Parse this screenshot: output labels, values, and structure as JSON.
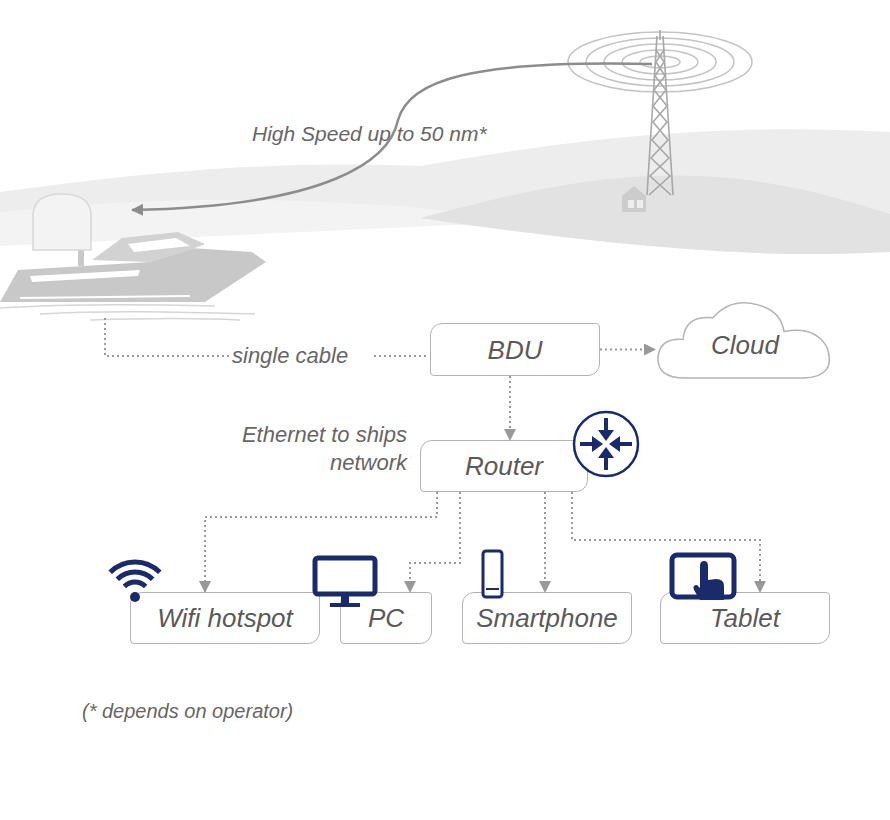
{
  "diagram": {
    "nodes": [
      {
        "text": [
          "BDU"
        ]
      },
      {
        "text": [
          "Cloud"
        ]
      },
      {
        "text": [
          "Router"
        ]
      },
      {
        "text": [
          "Wifi hotspot"
        ]
      },
      {
        "text": [
          "PC"
        ]
      },
      {
        "text": [
          "Smartphone"
        ]
      },
      {
        "text": [
          "Tablet"
        ]
      }
    ],
    "edges": [
      {
        "from": 0,
        "to": 1,
        "arrow": "to"
      },
      {
        "from": 0,
        "to": 2,
        "arrow": "to"
      },
      {
        "from": 2,
        "to": 3,
        "arrow": "to"
      },
      {
        "from": 2,
        "to": 4,
        "arrow": "to"
      },
      {
        "from": 2,
        "to": 5,
        "arrow": "to"
      },
      {
        "from": 2,
        "to": 6,
        "arrow": "to"
      }
    ],
    "labels": [
      "High Speed up to 50 nm*",
      "single cable",
      "Ethernet to ships network",
      "(* depends on operator)"
    ]
  }
}
